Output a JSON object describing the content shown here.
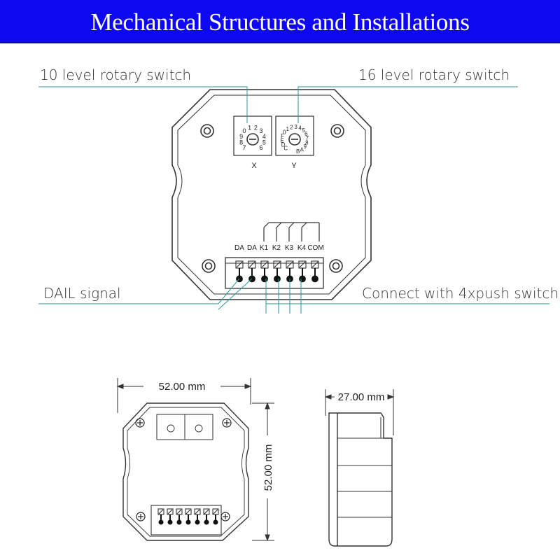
{
  "title": "Mechanical Structures and Installations",
  "labels": {
    "rotary10": "10 level rotary switch",
    "rotary16": "16 level rotary switch",
    "dali": "DAIL signal",
    "push": "Connect with 4xpush switch",
    "x": "X",
    "y": "Y"
  },
  "dial10_digits": [
    "7",
    "8",
    "9",
    "0",
    "1",
    "2",
    "3",
    "4",
    "5",
    "6"
  ],
  "dial16_chars": [
    "C",
    "D",
    "E",
    "F",
    "0",
    "1",
    "2",
    "3",
    "4",
    "5",
    "6",
    "7",
    "8",
    "9",
    "A",
    "B"
  ],
  "terminals": [
    "DA",
    "DA",
    "K1",
    "K2",
    "K3",
    "K4",
    "COM"
  ],
  "dims": {
    "width": "52.00 mm",
    "height": "52.00 mm",
    "depth": "27.00 mm"
  },
  "colors": {
    "banner": "#0e08f2",
    "title_text": "#ffffff",
    "leader": "#2a9a9a"
  }
}
